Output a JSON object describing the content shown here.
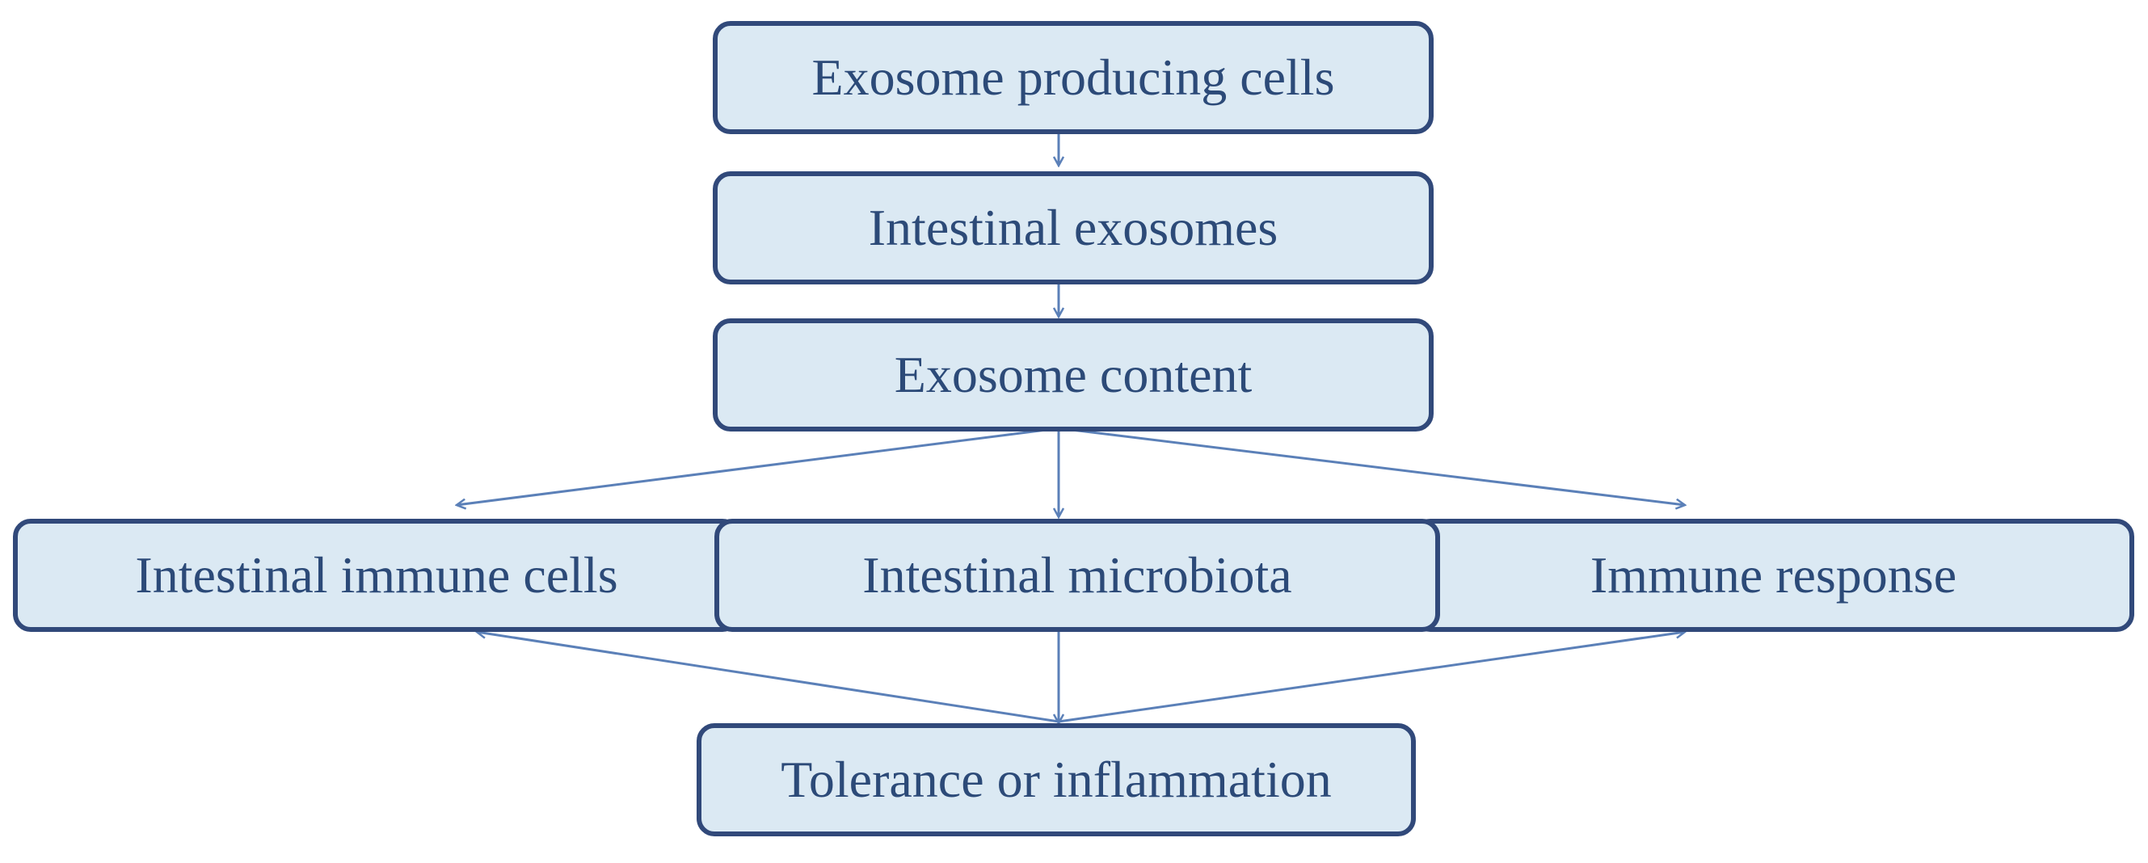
{
  "diagram": {
    "nodes": {
      "exosome_producing_cells": "Exosome producing cells",
      "intestinal_exosomes": "Intestinal exosomes",
      "exosome_content": "Exosome content",
      "intestinal_immune_cells": "Intestinal immune  cells",
      "intestinal_microbiota": "Intestinal microbiota",
      "immune_response": "Immune  response",
      "tolerance_or_inflammation": "Tolerance or inflammation"
    }
  },
  "colors": {
    "box_fill": "#dbe9f3",
    "box_border": "#31497a",
    "arrow": "#5b80b8",
    "text": "#2c4a78"
  }
}
